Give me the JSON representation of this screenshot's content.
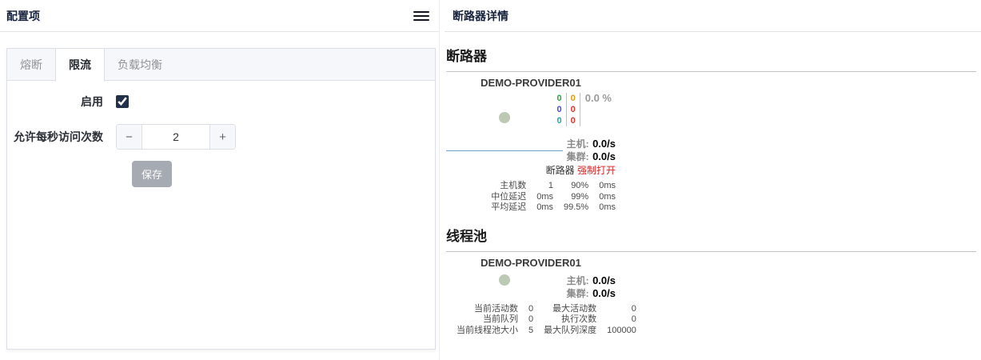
{
  "colors": {
    "counter_green": "#2f9e44",
    "counter_gold": "#e09b00",
    "counter_blue": "#4050d0",
    "counter_teal": "#27a5a5",
    "counter_red": "#e03226",
    "error_pct_gray": "#9a9a9a",
    "status_red": "#e02020",
    "health_dot": "#bcc9b4",
    "sparkline": "#6f9fc8",
    "save_button": "#a6aab2",
    "checkbox": "#22304a"
  },
  "left_panel": {
    "title": "配置项",
    "tabs": [
      {
        "label": "熔断",
        "active": false
      },
      {
        "label": "限流",
        "active": true
      },
      {
        "label": "负载均衡",
        "active": false
      }
    ],
    "form": {
      "enable_label": "启用",
      "enable_checked": true,
      "rate_label": "允许每秒访问次数",
      "rate_value": "2",
      "decrease_label": "−",
      "increase_label": "+",
      "save_label": "保存"
    }
  },
  "right_panel": {
    "header": "断路器详情",
    "circuit": {
      "heading": "断路器",
      "name": "DEMO-PROVIDER01",
      "counters": {
        "success": "0",
        "timeout": "0",
        "error_percent": "0.0 %",
        "short_circuited": "0",
        "failure": "0",
        "bad_request": "0",
        "rejected": "0"
      },
      "host_label": "主机:",
      "host_rate": "0.0/s",
      "cluster_label": "集群:",
      "cluster_rate": "0.0/s",
      "circuit_label": "断路器",
      "circuit_status": "强制打开",
      "stats": [
        [
          "主机数",
          "1",
          "90%",
          "0ms"
        ],
        [
          "中位延迟",
          "0ms",
          "99%",
          "0ms"
        ],
        [
          "平均延迟",
          "0ms",
          "99.5%",
          "0ms"
        ]
      ]
    },
    "thread_pool": {
      "heading": "线程池",
      "name": "DEMO-PROVIDER01",
      "host_label": "主机:",
      "host_rate": "0.0/s",
      "cluster_label": "集群:",
      "cluster_rate": "0.0/s",
      "stats": [
        [
          "当前活动数",
          "0",
          "最大活动数",
          "0"
        ],
        [
          "当前队列",
          "0",
          "执行次数",
          "0"
        ],
        [
          "当前线程池大小",
          "5",
          "最大队列深度",
          "100000"
        ]
      ]
    }
  }
}
